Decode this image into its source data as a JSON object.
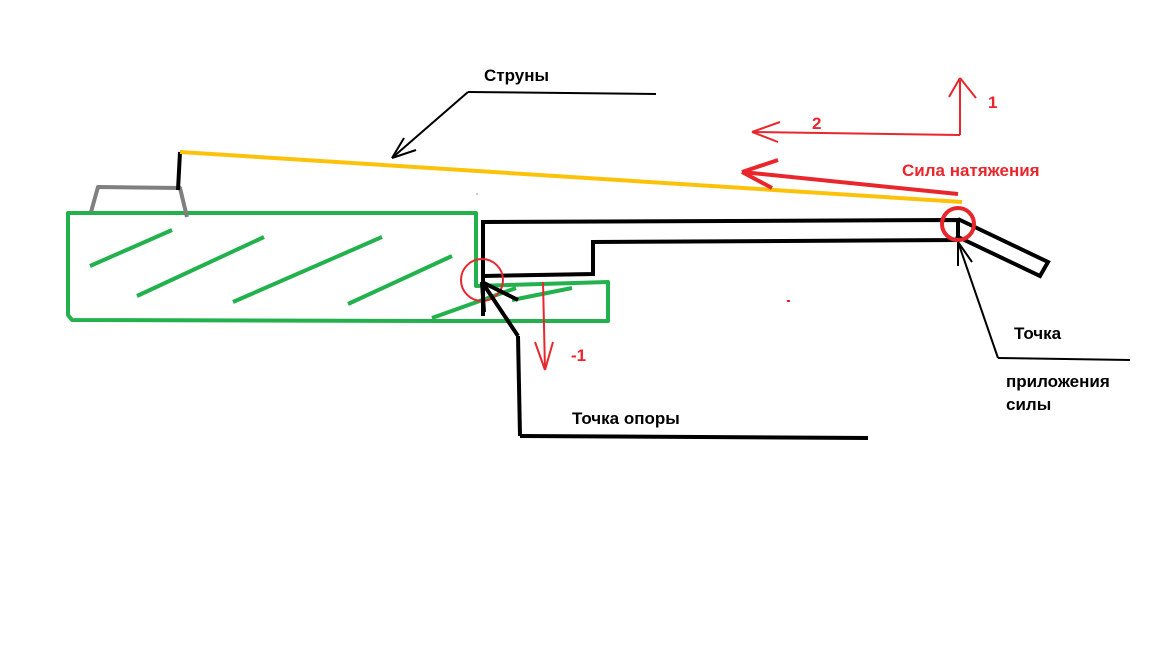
{
  "labels": {
    "strings": "Струны",
    "arrow_1": "1",
    "arrow_2": "2",
    "tension_force": "Сила натяжения",
    "point_of_application_line1": "Точка",
    "point_of_application_line2": "приложения",
    "point_of_application_line3": "силы",
    "pivot_point": "Точка опоры",
    "arrow_minus_1": "-1"
  },
  "colors": {
    "strings": "#fcc20a",
    "body": "#22b14c",
    "lever": "#000000",
    "nut": "#7f7f7f",
    "forces": "#e8262c",
    "leader_lines": "#000000"
  }
}
